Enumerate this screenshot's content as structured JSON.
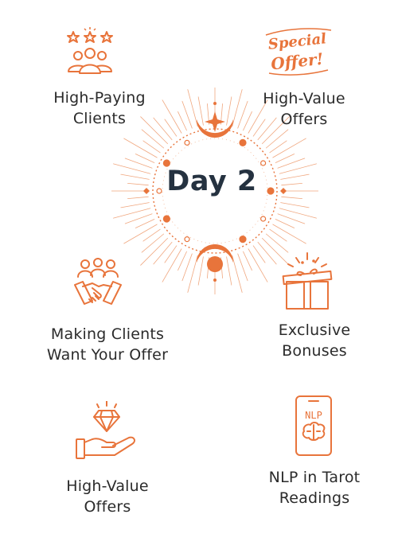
{
  "center": {
    "title": "Day 2"
  },
  "items": [
    {
      "line1": "High-Paying",
      "line2": "Clients",
      "icon": "rating-people-icon"
    },
    {
      "line1": "High-Value",
      "line2": "Offers",
      "icon": "special-offer-badge-icon",
      "badge_line1": "Special",
      "badge_line2": "Offer!"
    },
    {
      "line1": "Making Clients",
      "line2": "Want Your Offer",
      "icon": "handshake-icon"
    },
    {
      "line1": "Exclusive",
      "line2": "Bonuses",
      "icon": "gift-box-icon"
    },
    {
      "line1": "High-Value",
      "line2": "Offers",
      "icon": "diamond-hand-icon"
    },
    {
      "line1": "NLP in Tarot",
      "line2": "Readings",
      "icon": "nlp-phone-icon",
      "screen_text": "NLP"
    }
  ],
  "colors": {
    "accent": "#e8743b",
    "title": "#253240",
    "text": "#2b2b2b"
  }
}
